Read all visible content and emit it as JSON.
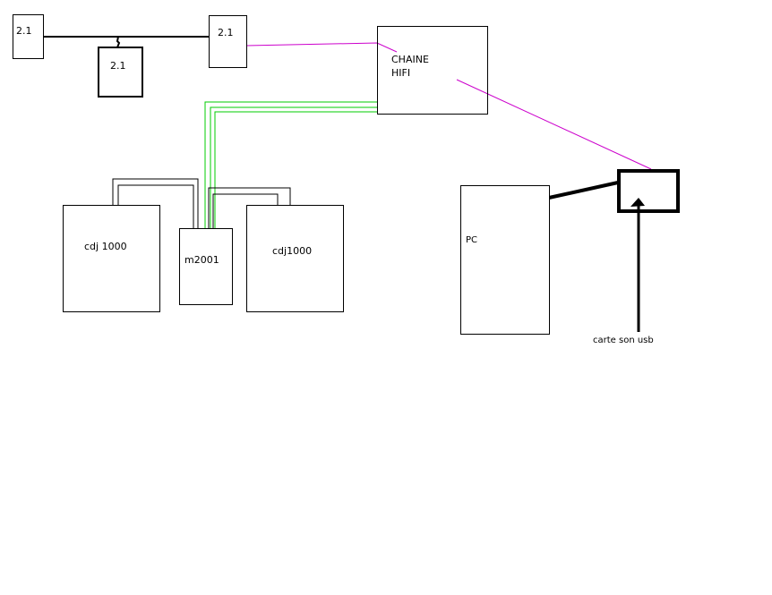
{
  "labels": {
    "speaker_left": "2.1",
    "speaker_sub": "2.1",
    "speaker_right": "2.1",
    "hifi_line1": "CHAINE",
    "hifi_line2": "HIFI",
    "cdj_left": "cdj 1000",
    "mixer": "m2001",
    "cdj_right": "cdj1000",
    "pc": "PC",
    "usb_card": "carte son usb"
  },
  "colors": {
    "speaker_link": "#000000",
    "analog_link": "#00cc00",
    "audio_link": "#cc00cc",
    "usb_link": "#000000"
  }
}
